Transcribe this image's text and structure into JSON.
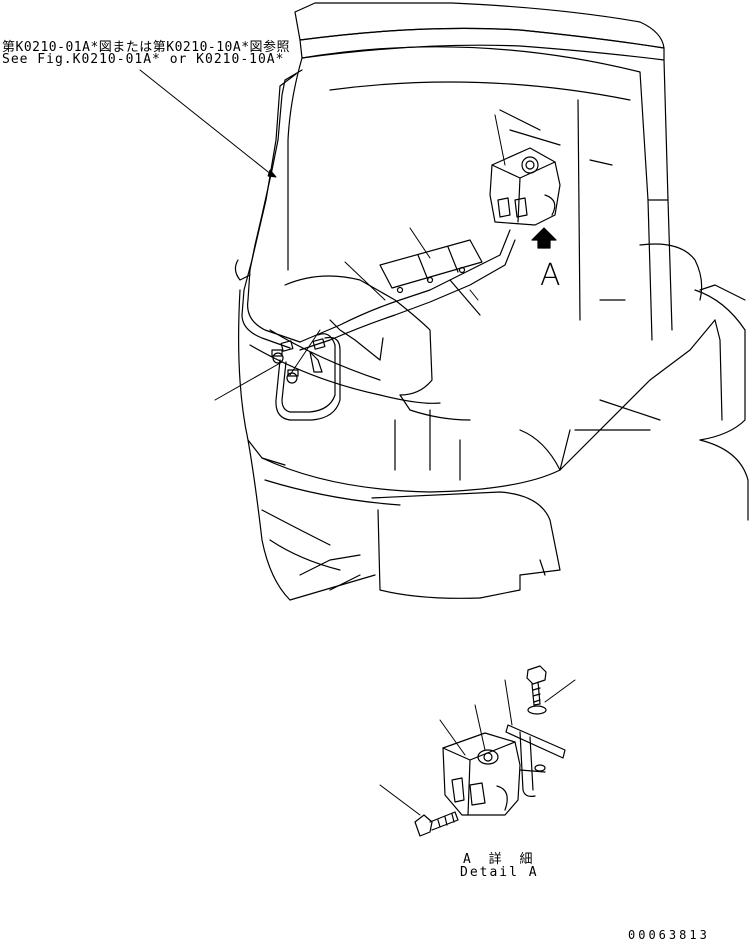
{
  "reference_note": {
    "japanese": "第K0210-01A*図または第K0210-10A*図参照",
    "english": "See Fig.K0210-01A* or K0210-10A*"
  },
  "view_marker": "A",
  "detail_label": {
    "japanese": "A 詳 細",
    "english": "Detail A"
  },
  "drawing_number": "00063813"
}
